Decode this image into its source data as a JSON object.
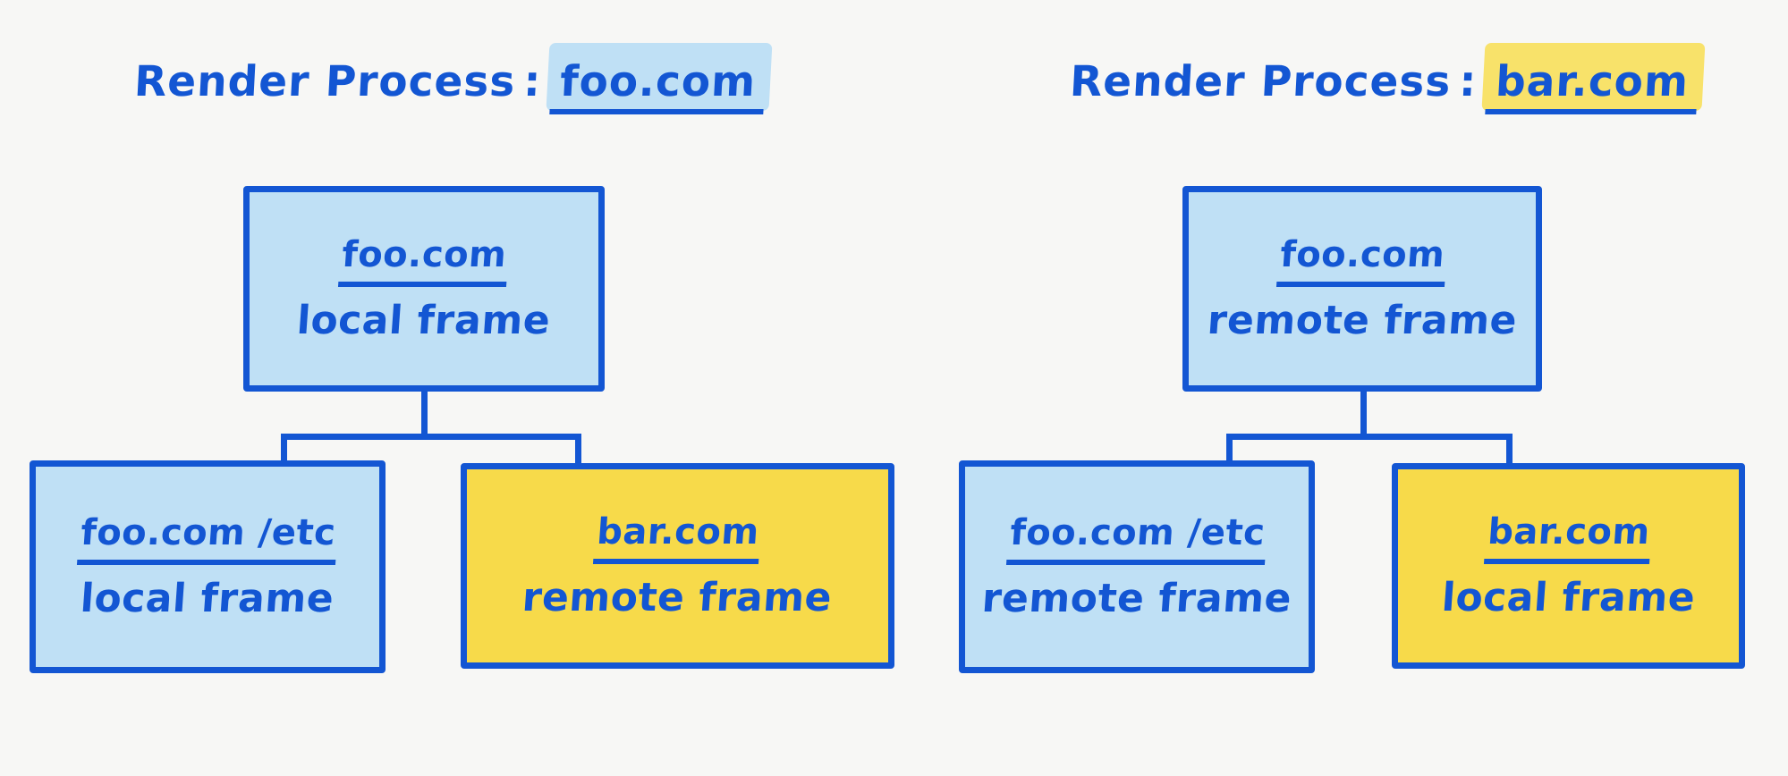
{
  "page": {
    "background_color": "#f7f7f5",
    "ink_color": "#1356d3",
    "blue_fill": "#bfe0f5",
    "yellow_fill": "#f7da4a"
  },
  "diagrams": [
    {
      "title": {
        "label": "Render Process",
        "colon": ":",
        "process_name": "foo.com",
        "highlight_color": "#bfe0f5"
      },
      "nodes": [
        {
          "origin": "foo.com",
          "kind": "local frame",
          "fill": "blue"
        },
        {
          "origin": "foo.com /etc",
          "kind": "local frame",
          "fill": "blue"
        },
        {
          "origin": "bar.com",
          "kind": "remote frame",
          "fill": "yellow"
        }
      ]
    },
    {
      "title": {
        "label": "Render Process",
        "colon": ":",
        "process_name": "bar.com",
        "highlight_color": "#f8e26a"
      },
      "nodes": [
        {
          "origin": "foo.com",
          "kind": "remote frame",
          "fill": "blue"
        },
        {
          "origin": "foo.com /etc",
          "kind": "remote frame",
          "fill": "blue"
        },
        {
          "origin": "bar.com",
          "kind": "local frame",
          "fill": "yellow"
        }
      ]
    }
  ]
}
